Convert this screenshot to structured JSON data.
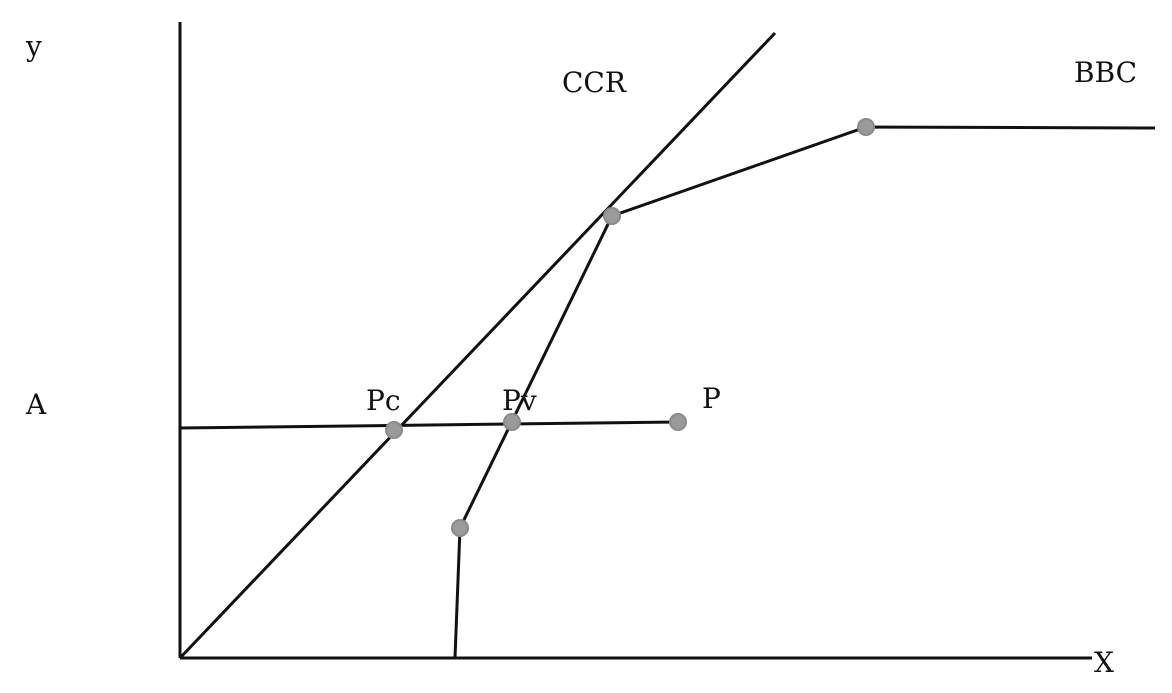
{
  "labels": {
    "y_axis": "y",
    "x_axis": "X",
    "ccr": "CCR",
    "bbc": "BBC",
    "a": "A",
    "pc": "Pc",
    "pv": "Pv",
    "p": "P"
  }
}
